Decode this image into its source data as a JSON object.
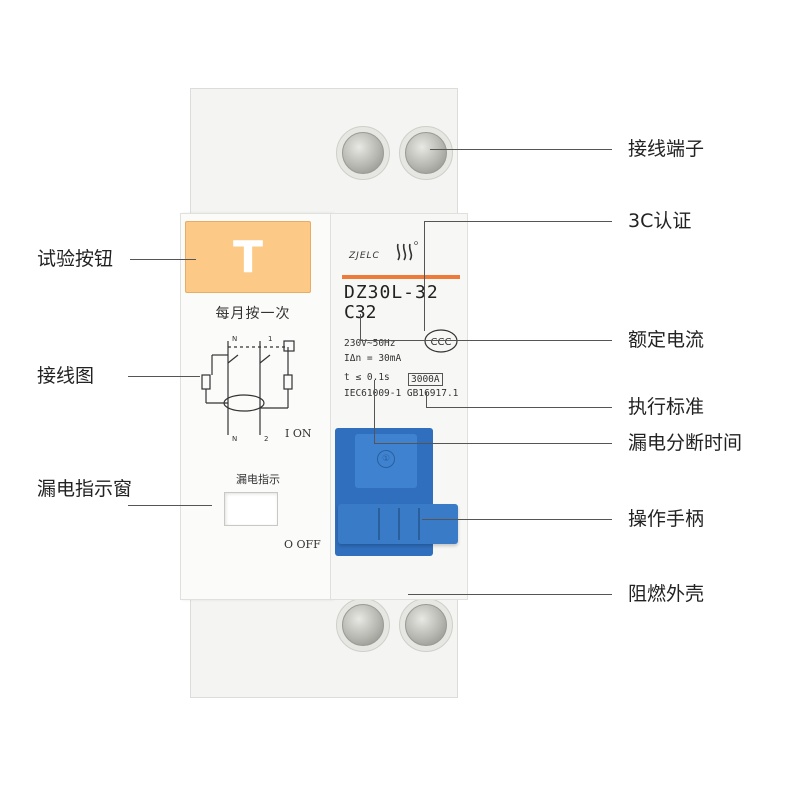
{
  "callouts": {
    "terminal": "接线端子",
    "cert_3c": "3C认证",
    "test_button": "试验按钮",
    "rated_current": "额定电流",
    "wiring_diagram": "接线图",
    "standard": "执行标准",
    "trip_time": "漏电分断时间",
    "leak_window": "漏电指示窗",
    "handle": "操作手柄",
    "housing": "阻燃外壳"
  },
  "device": {
    "test_button_letter": "T",
    "monthly_text": "每月按一次",
    "leak_indicator_text": "漏电指示",
    "on_text": "I ON",
    "off_text": "O OFF",
    "brand": "ZJELC",
    "model": "DZ30L-32",
    "rating": "C32",
    "voltage": "230V~50Hz",
    "residual_current": "IΔn = 30mA",
    "trip_time": "t ≤ 0.1s",
    "breaking_capacity": "3000A",
    "standard": "IEC61009-1 GB16917.1",
    "handle_mark": "①"
  },
  "colors": {
    "test_button": "#fcc986",
    "handle": "#3a7bc8",
    "brand_bar": "#ef7b3a"
  }
}
